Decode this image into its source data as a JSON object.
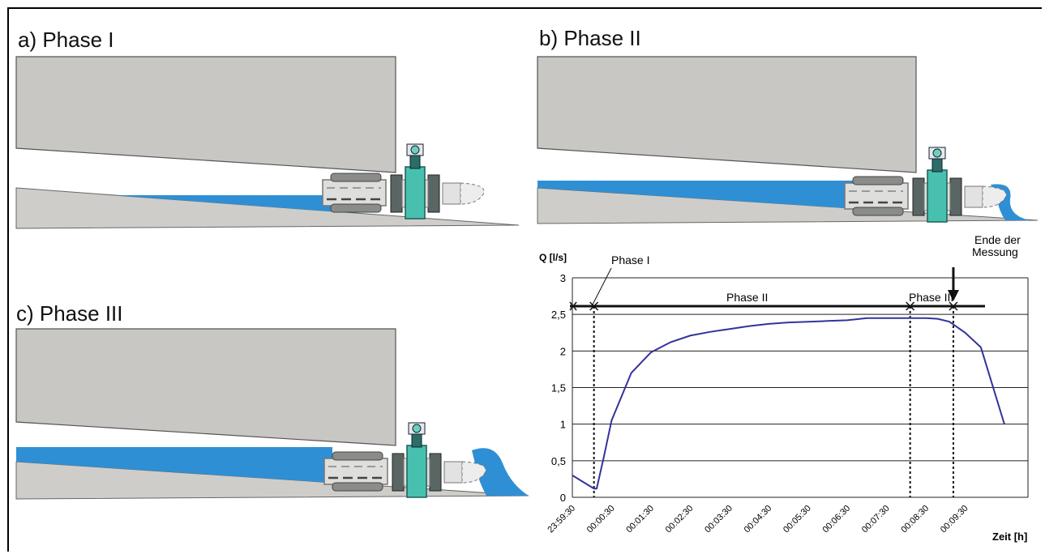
{
  "panels": {
    "a": {
      "label": "a) Phase I"
    },
    "b": {
      "label": "b) Phase II"
    },
    "c": {
      "label": "c) Phase III"
    }
  },
  "colors": {
    "water": "#2f8fd4",
    "concrete": "#c9c7c4",
    "ground": "#cfcdca",
    "meter": "#3fb8a8",
    "line": "#33339a"
  },
  "chart_data": {
    "type": "line",
    "ylabel": "Q [l/s]",
    "xlabel": "Zeit [h]",
    "ylim": [
      0,
      3
    ],
    "y_ticks": [
      "0",
      "0,5",
      "1",
      "1,5",
      "2",
      "2,5",
      "3"
    ],
    "x_ticks": [
      "23:59:30",
      "00:00:30",
      "00:01:30",
      "00:02:30",
      "00:03:30",
      "00:04:30",
      "00:05:30",
      "00:06:30",
      "00:07:30",
      "00:08:30",
      "00:09:30"
    ],
    "series": [
      {
        "points": [
          [
            0.0,
            0.3
          ],
          [
            0.55,
            0.12
          ],
          [
            0.62,
            0.12
          ],
          [
            0.8,
            0.55
          ],
          [
            1.0,
            1.05
          ],
          [
            1.5,
            1.7
          ],
          [
            2.0,
            1.98
          ],
          [
            2.5,
            2.12
          ],
          [
            3.0,
            2.21
          ],
          [
            3.5,
            2.26
          ],
          [
            4.0,
            2.3
          ],
          [
            4.5,
            2.34
          ],
          [
            5.0,
            2.37
          ],
          [
            5.5,
            2.39
          ],
          [
            6.0,
            2.4
          ],
          [
            6.5,
            2.41
          ],
          [
            7.0,
            2.42
          ],
          [
            7.5,
            2.45
          ],
          [
            8.0,
            2.45
          ],
          [
            8.5,
            2.45
          ],
          [
            9.0,
            2.45
          ],
          [
            9.3,
            2.44
          ],
          [
            9.6,
            2.4
          ],
          [
            10.0,
            2.25
          ],
          [
            10.4,
            2.05
          ],
          [
            11.0,
            1.0
          ]
        ]
      }
    ],
    "phase_labels": [
      "Phase I",
      "Phase II",
      "Phase III"
    ],
    "phase_bounds": [
      0.55,
      8.6,
      9.7
    ],
    "end_label": [
      "Ende der",
      "Messung"
    ]
  }
}
